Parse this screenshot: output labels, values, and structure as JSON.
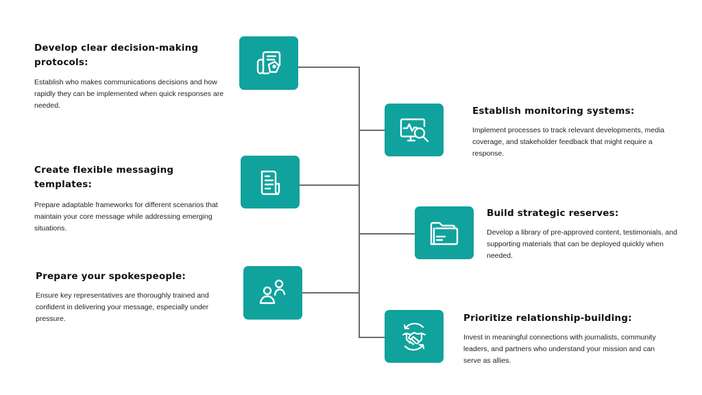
{
  "accent_color": "#10a29c",
  "left_items": [
    {
      "title": "Develop clear decision-making protocols:",
      "description": "Establish who makes communications decisions and how rapidly they can be implemented when quick responses are needed.",
      "icon": "clipboard-tag-icon"
    },
    {
      "title": "Create flexible messaging templates:",
      "description": "Prepare adaptable frameworks for different scenarios that maintain your core message while addressing emerging situations.",
      "icon": "document-template-icon"
    },
    {
      "title": "Prepare your spokespeople:",
      "description": "Ensure key representatives are thoroughly trained and confident in delivering your message, especially under pressure.",
      "icon": "people-icon"
    }
  ],
  "right_items": [
    {
      "title": "Establish monitoring systems:",
      "description": "Implement processes to track relevant developments, media coverage, and stakeholder feedback that might require a response.",
      "icon": "monitor-search-icon"
    },
    {
      "title": "Build strategic reserves:",
      "description": "Develop a library of pre-approved content, testimonials, and supporting materials that can be deployed quickly when needed.",
      "icon": "folder-icon"
    },
    {
      "title": "Prioritize relationship-building:",
      "description": "Invest in meaningful connections with journalists, community leaders, and partners who understand your mission and can serve as allies.",
      "icon": "handshake-icon"
    }
  ]
}
